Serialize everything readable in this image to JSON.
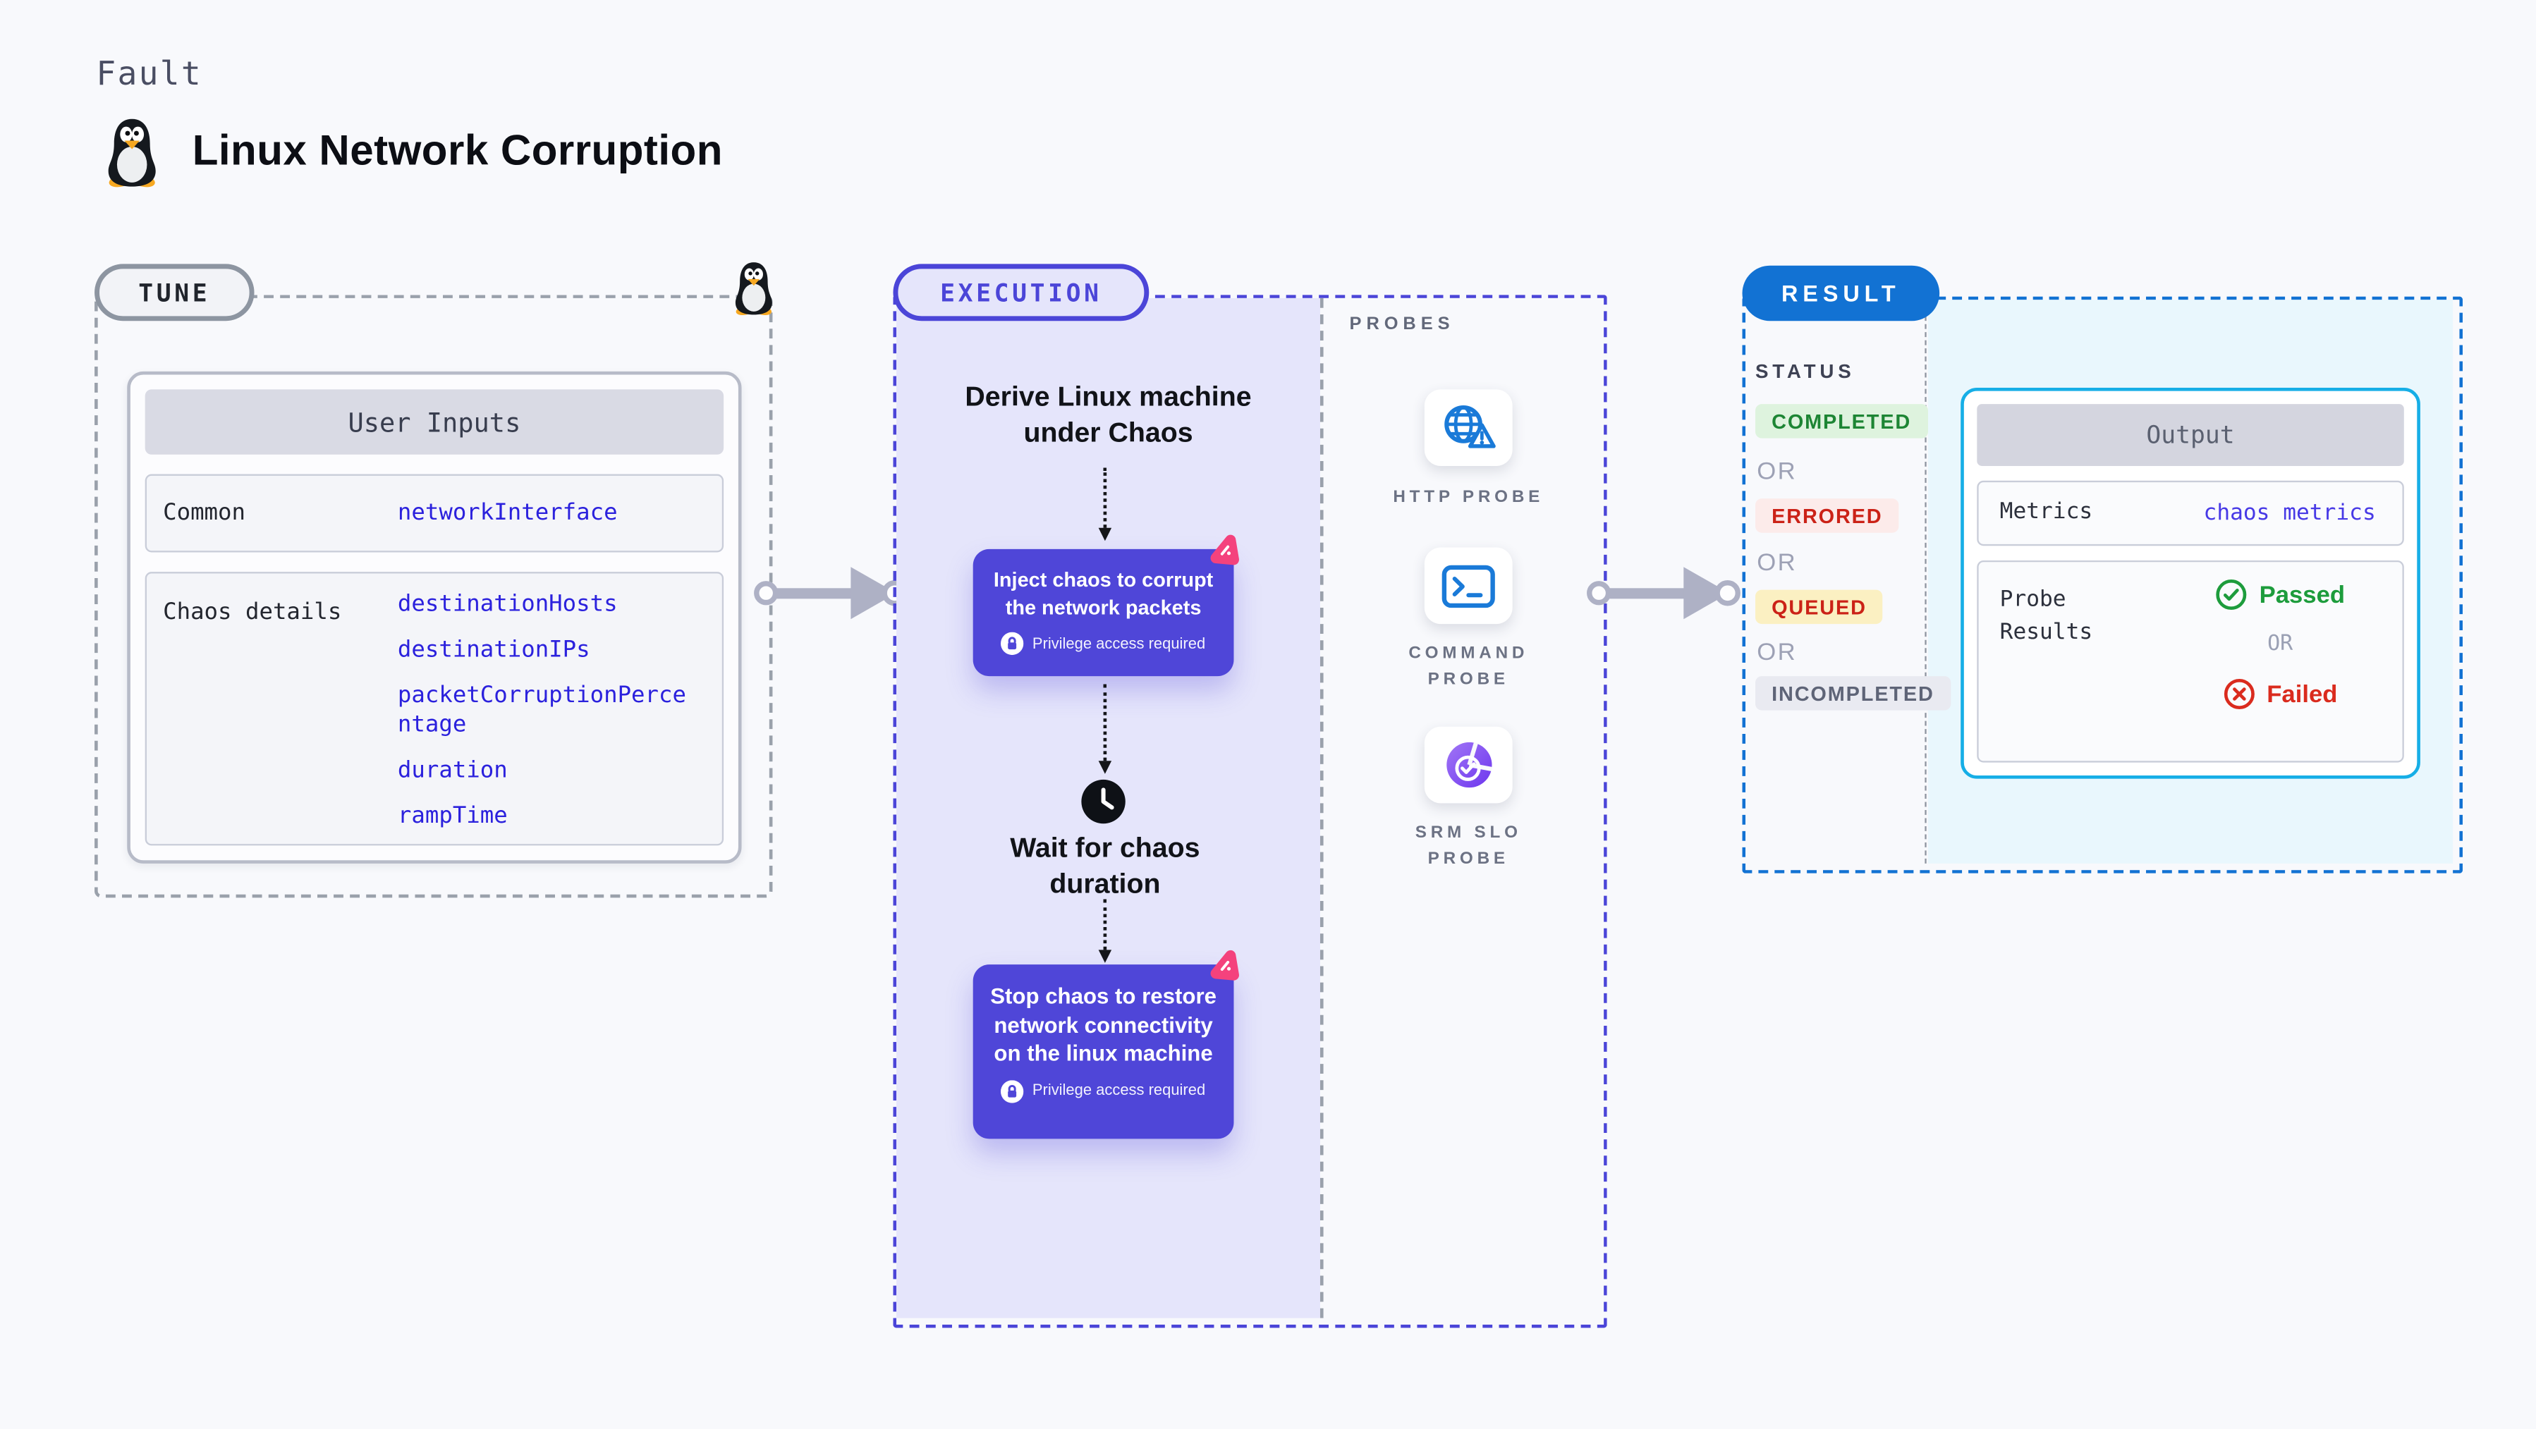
{
  "colors": {
    "page_bg": "#f8f9fc",
    "indigo_accent": "#4b45d8",
    "indigo_card": "#4f46d8",
    "lavender_fill": "#e5e5fb",
    "pink_logo": "#f4427d",
    "blue_param": "#2b21dd",
    "result_blue": "#1272d3",
    "cyan_border": "#16aee6",
    "cyan_bg": "#e9f7fd",
    "completed_green": "#1d8534",
    "errored_red": "#cb2217",
    "queued_yellow_bg": "#fbf0c2",
    "incompleted_gray": "#5e6477",
    "probe_icon_blue": "#1a7ad8",
    "srm_purple": "#6d36ee",
    "passed_green": "#1d9c3c",
    "failed_red": "#da2b1e"
  },
  "header": {
    "kicker": "Fault",
    "title": "Linux Network Corruption",
    "logo_icon": "tux-penguin-icon"
  },
  "tune": {
    "badge": "TUNE",
    "corner_icon": "tux-penguin-icon",
    "table": {
      "header": "User Inputs",
      "rows": [
        {
          "label": "Common",
          "values": [
            "networkInterface"
          ]
        },
        {
          "label": "Chaos details",
          "values": [
            "destinationHosts",
            "destinationIPs",
            "packetCorruptionPercentage",
            "duration",
            "rampTime"
          ]
        }
      ]
    }
  },
  "execution": {
    "badge": "EXECUTION",
    "steps": {
      "derive": "Derive Linux machine under Chaos",
      "inject": "Inject chaos to corrupt the network packets",
      "wait": "Wait for chaos duration",
      "stop": "Stop chaos to restore network connectivity on the linux machine"
    },
    "privilege_note": "Privilege access required",
    "wait_icon": "clock-icon",
    "card_corner_icon": "chaos-pink-icon"
  },
  "probes": {
    "label": "PROBES",
    "items": [
      {
        "name": "HTTP PROBE",
        "icon": "globe-warning-icon"
      },
      {
        "name": "COMMAND PROBE",
        "icon": "terminal-icon"
      },
      {
        "name": "SRM SLO PROBE",
        "icon": "slo-pie-check-icon"
      }
    ]
  },
  "result": {
    "badge": "RESULT",
    "status_label": "STATUS",
    "or_label": "OR",
    "statuses": [
      "COMPLETED",
      "ERRORED",
      "QUEUED",
      "INCOMPLETED"
    ],
    "output": {
      "header": "Output",
      "metrics_label": "Metrics",
      "metrics_value": "chaos metrics",
      "probe_results_label": "Probe Results",
      "passed": "Passed",
      "or": "OR",
      "failed": "Failed",
      "passed_icon": "check-circle-icon",
      "failed_icon": "x-circle-icon"
    }
  }
}
